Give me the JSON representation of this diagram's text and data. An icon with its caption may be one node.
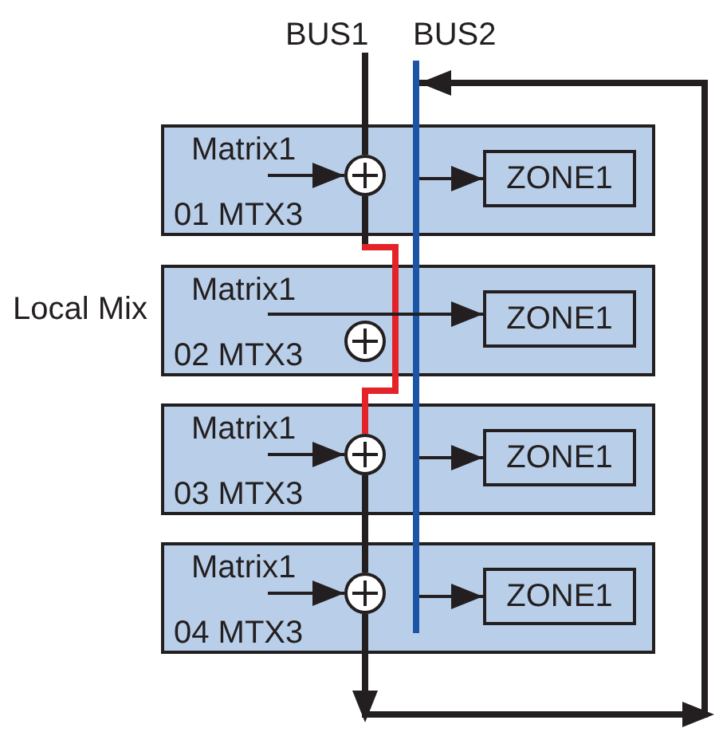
{
  "diagram": {
    "nodes": [
      {
        "text": [
          "BUS1"
        ]
      },
      {
        "text": [],
        "shape": "bar",
        "beside": [
          "BUS2"
        ]
      },
      {
        "text": [
          "01 MTX3"
        ]
      },
      {
        "text": [
          "Matrix1"
        ],
        "in": 2
      },
      {
        "text": [],
        "shape": "circle",
        "in": 2
      },
      {
        "text": [
          "ZONE1"
        ],
        "in": 2
      },
      {
        "text": [
          "02 MTX3"
        ],
        "beside": [
          "Local Mix"
        ]
      },
      {
        "text": [
          "Matrix1"
        ],
        "in": 6
      },
      {
        "text": [],
        "shape": "circle",
        "in": 6
      },
      {
        "text": [
          "ZONE1"
        ],
        "in": 6
      },
      {
        "text": [
          "03 MTX3"
        ]
      },
      {
        "text": [
          "Matrix1"
        ],
        "in": 10
      },
      {
        "text": [],
        "shape": "circle",
        "in": 10
      },
      {
        "text": [
          "ZONE1"
        ],
        "in": 10
      },
      {
        "text": [
          "04 MTX3"
        ]
      },
      {
        "text": [
          "Matrix1"
        ],
        "in": 14
      },
      {
        "text": [],
        "shape": "circle",
        "in": 14
      },
      {
        "text": [
          "ZONE1"
        ],
        "in": 14
      }
    ],
    "edges": [
      {
        "from": 0,
        "to": 4,
        "arrow": "none",
        "style": "thick"
      },
      {
        "from": 3,
        "to": 4,
        "arrow": "to"
      },
      {
        "from": 1,
        "to": 5,
        "arrow": "to"
      },
      {
        "from": 4,
        "to": 12,
        "arrow": "none",
        "style": "thick",
        "color": "#e42328"
      },
      {
        "from": 7,
        "to": 9,
        "arrow": "to"
      },
      {
        "from": 11,
        "to": 12,
        "arrow": "to"
      },
      {
        "from": 1,
        "to": 13,
        "arrow": "to"
      },
      {
        "from": 12,
        "to": 16,
        "arrow": "none",
        "style": "thick"
      },
      {
        "from": 15,
        "to": 16,
        "arrow": "to"
      },
      {
        "from": 1,
        "to": 17,
        "arrow": "to"
      },
      {
        "from": 16,
        "to": 1,
        "arrow": "to",
        "style": "thick"
      }
    ]
  }
}
